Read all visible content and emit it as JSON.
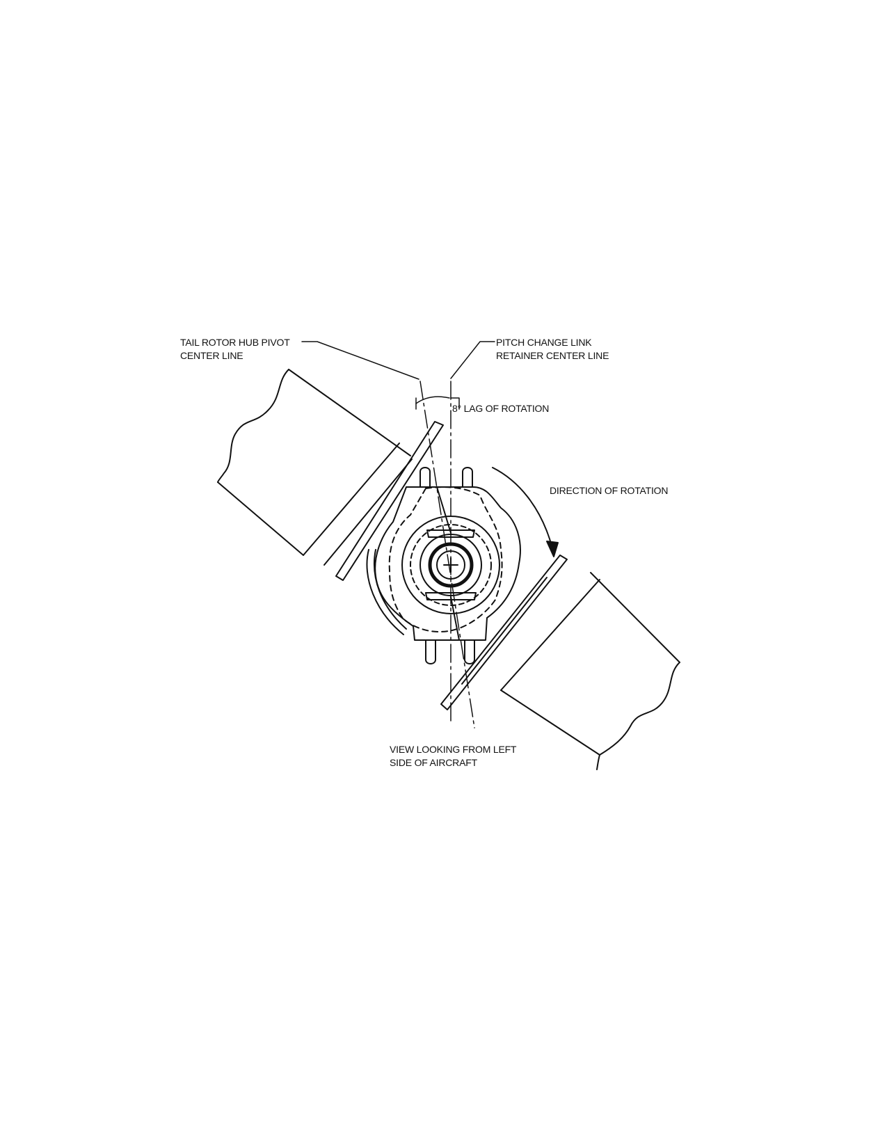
{
  "labels": {
    "pivot": {
      "line1": "TAIL ROTOR HUB PIVOT",
      "line2": "CENTER LINE"
    },
    "link": {
      "line1": "PITCH CHANGE LINK",
      "line2": "RETAINER CENTER LINE"
    },
    "lag": "8° LAG OF ROTATION",
    "direction": "DIRECTION OF ROTATION",
    "view": {
      "line1": "VIEW LOOKING FROM LEFT",
      "line2": "SIDE OF AIRCRAFT"
    }
  },
  "lag_angle_deg": 8,
  "colors": {
    "ink": "#111111",
    "paper": "#ffffff"
  }
}
